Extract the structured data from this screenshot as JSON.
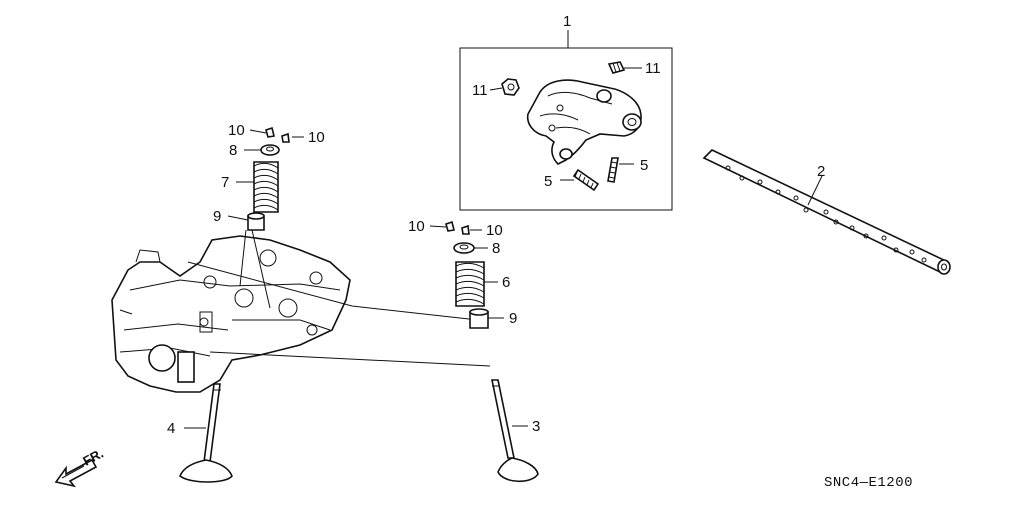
{
  "callouts": {
    "c1": "1",
    "c2": "2",
    "c3": "3",
    "c4": "4",
    "c5a": "5",
    "c5b": "5",
    "c6": "6",
    "c7": "7",
    "c8a": "8",
    "c8b": "8",
    "c9a": "9",
    "c9b": "9",
    "c10a": "10",
    "c10b": "10",
    "c10c": "10",
    "c10d": "10",
    "c11a": "11",
    "c11b": "11"
  },
  "direction_label": "FR.",
  "diagram_code": "SNC4—E1200"
}
